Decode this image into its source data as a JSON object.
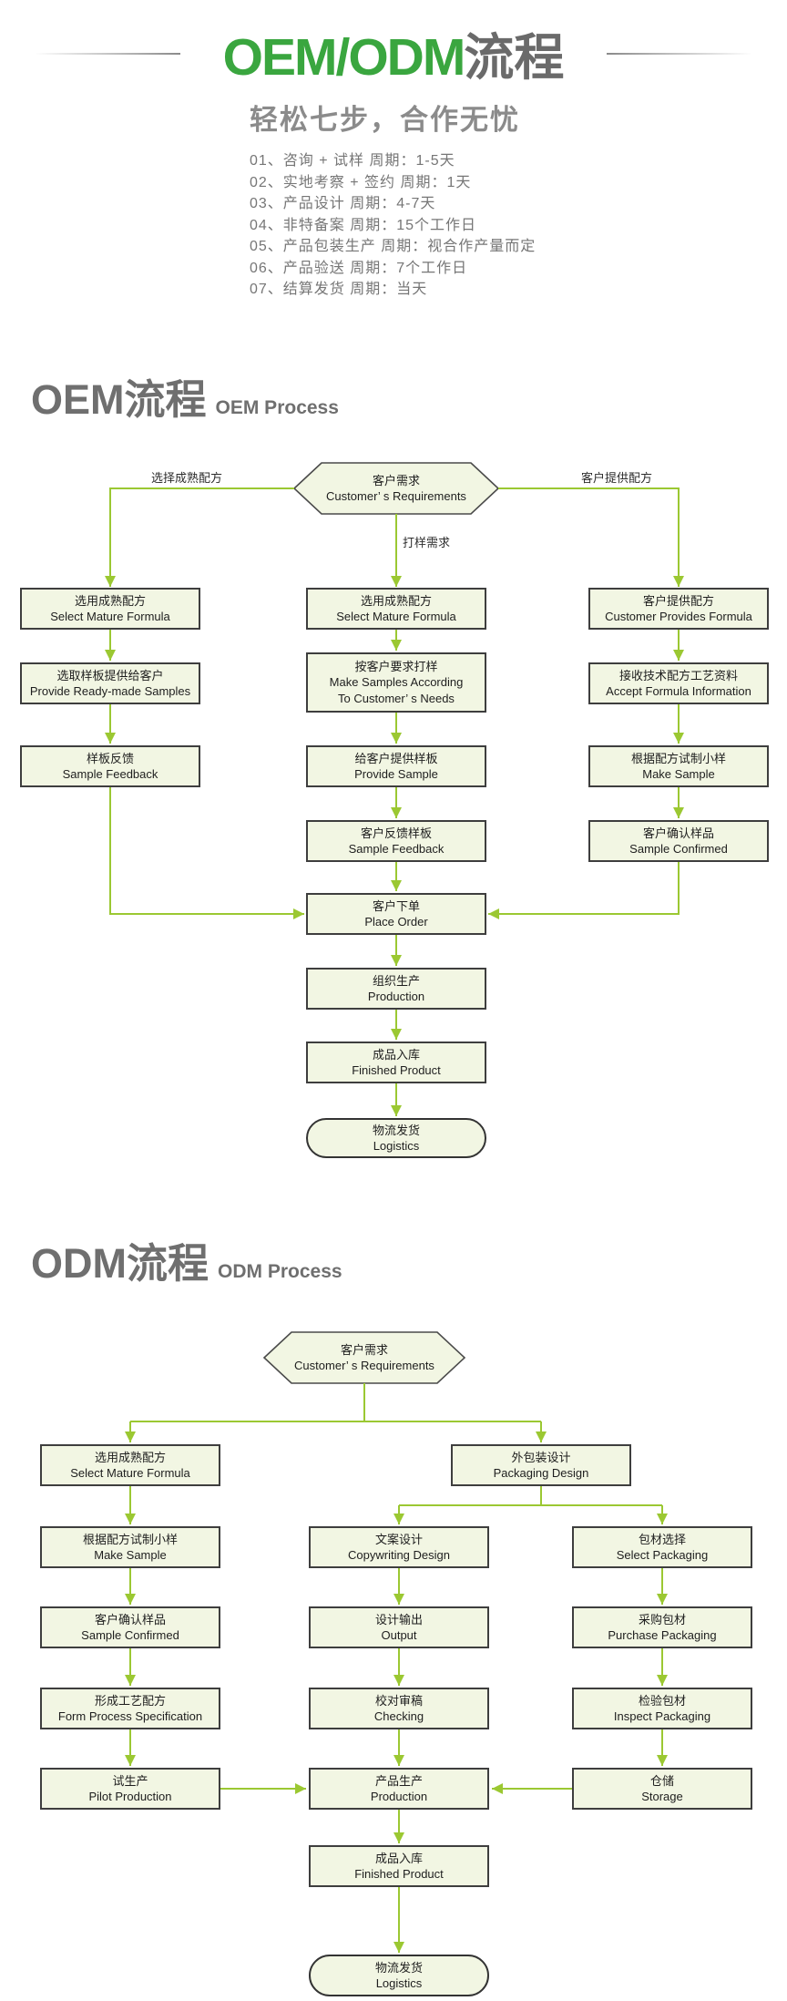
{
  "header": {
    "title_accent": "OEM/ODM",
    "title_rest": "流程",
    "subtitle": "轻松七步，合作无忧",
    "steps": [
      "01、咨询 + 试样  周期：1-5天",
      "02、实地考察 + 签约 周期：1天",
      "03、产品设计  周期：4-7天",
      "04、非特备案  周期：15个工作日",
      "05、产品包装生产  周期：视合作产量而定",
      "06、产品验送  周期：7个工作日",
      "07、结算发货  周期：当天"
    ]
  },
  "oem": {
    "heading_zh": "OEM流程",
    "heading_en": "OEM Process",
    "labels": {
      "left_branch": "选择成熟配方",
      "right_branch": "客户提供配方",
      "center_branch": "打样需求"
    },
    "nodes": {
      "start": {
        "zh": "客户需求",
        "en": "Customer’ s Requirements"
      },
      "select_mature_left": {
        "zh": "选用成熟配方",
        "en": "Select Mature Formula"
      },
      "provide_ready_samples": {
        "zh": "选取样板提供给客户",
        "en": "Provide Ready-made Samples"
      },
      "sample_feedback_left": {
        "zh": "样板反馈",
        "en": "Sample Feedback"
      },
      "select_mature_center": {
        "zh": "选用成熟配方",
        "en": "Select Mature Formula"
      },
      "make_samples": {
        "zh": "按客户要求打样",
        "en": "Make Samples According",
        "en2": "To Customer’ s Needs"
      },
      "provide_sample": {
        "zh": "给客户提供样板",
        "en": "Provide Sample"
      },
      "sample_feedback_center": {
        "zh": "客户反馈样板",
        "en": "Sample Feedback"
      },
      "place_order": {
        "zh": "客户下单",
        "en": "Place Order"
      },
      "production": {
        "zh": "组织生产",
        "en": "Production"
      },
      "finished": {
        "zh": "成品入库",
        "en": "Finished Product"
      },
      "logistics": {
        "zh": "物流发货",
        "en": "Logistics"
      },
      "customer_formula": {
        "zh": "客户提供配方",
        "en": "Customer Provides Formula"
      },
      "accept_formula": {
        "zh": "接收技术配方工艺资料",
        "en": "Accept Formula Information"
      },
      "make_sample_right": {
        "zh": "根据配方试制小样",
        "en": "Make Sample"
      },
      "sample_confirmed": {
        "zh": "客户确认样品",
        "en": "Sample Confirmed"
      }
    }
  },
  "odm": {
    "heading_zh": "ODM流程",
    "heading_en": "ODM Process",
    "nodes": {
      "start": {
        "zh": "客户需求",
        "en": "Customer’ s Requirements"
      },
      "select_mature": {
        "zh": "选用成熟配方",
        "en": "Select Mature Formula"
      },
      "packaging_design": {
        "zh": "外包装设计",
        "en": "Packaging Design"
      },
      "make_sample": {
        "zh": "根据配方试制小样",
        "en": "Make Sample"
      },
      "copywriting": {
        "zh": "文案设计",
        "en": "Copywriting Design"
      },
      "select_packaging": {
        "zh": "包材选择",
        "en": "Select Packaging"
      },
      "sample_confirmed": {
        "zh": "客户确认样品",
        "en": "Sample Confirmed"
      },
      "output": {
        "zh": "设计输出",
        "en": "Output"
      },
      "purchase_packaging": {
        "zh": "采购包材",
        "en": "Purchase Packaging"
      },
      "form_process": {
        "zh": "形成工艺配方",
        "en": "Form Process Specification"
      },
      "checking": {
        "zh": "校对审稿",
        "en": "Checking"
      },
      "inspect_packaging": {
        "zh": "检验包材",
        "en": "Inspect Packaging"
      },
      "pilot_production": {
        "zh": "试生产",
        "en": "Pilot Production"
      },
      "production": {
        "zh": "产品生产",
        "en": "Production"
      },
      "storage": {
        "zh": "仓储",
        "en": "Storage"
      },
      "finished": {
        "zh": "成品入库",
        "en": "Finished Product"
      },
      "logistics": {
        "zh": "物流发货",
        "en": "Logistics"
      }
    }
  },
  "colors": {
    "accent_green": "#3aa63f",
    "flow_line_green": "#9bc832",
    "node_fill": "#f2f6e3",
    "node_border": "#3e3e3e",
    "heading_gray": "#6f6f6f"
  }
}
